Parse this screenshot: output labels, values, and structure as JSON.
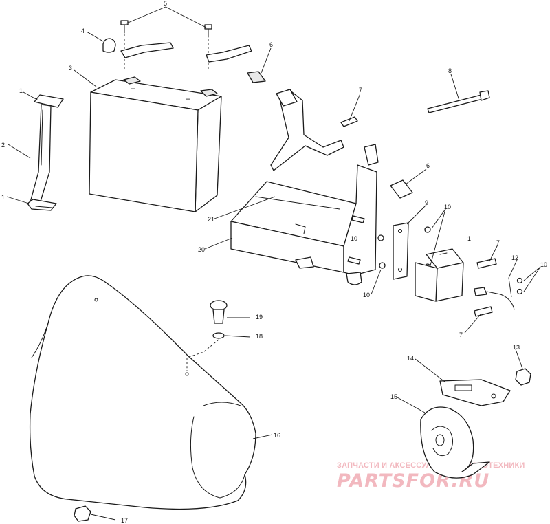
{
  "callouts": {
    "c1a": "1",
    "c1b": "1",
    "c1c": "1",
    "c2": "2",
    "c3": "3",
    "c4": "4",
    "c5": "5",
    "c6a": "6",
    "c6b": "6",
    "c7a": "7",
    "c7b": "7",
    "c7c": "7",
    "c8": "8",
    "c9": "9",
    "c10a": "10",
    "c10b": "10",
    "c10c": "10",
    "c10d": "10",
    "c12": "12",
    "c13": "13",
    "c14": "14",
    "c15": "15",
    "c16": "16",
    "c17": "17",
    "c18": "18",
    "c19": "19",
    "c20": "20",
    "c21": "21"
  },
  "battery": {
    "plus": "+",
    "minus": "–"
  },
  "watermark": {
    "tagline": "ЗАПЧАСТИ И АКСЕССУАРЫ ДЛЯ МОТОТЕХНИКИ",
    "brand": "PARTSFOR.RU",
    "color": "#f2b8bf"
  }
}
